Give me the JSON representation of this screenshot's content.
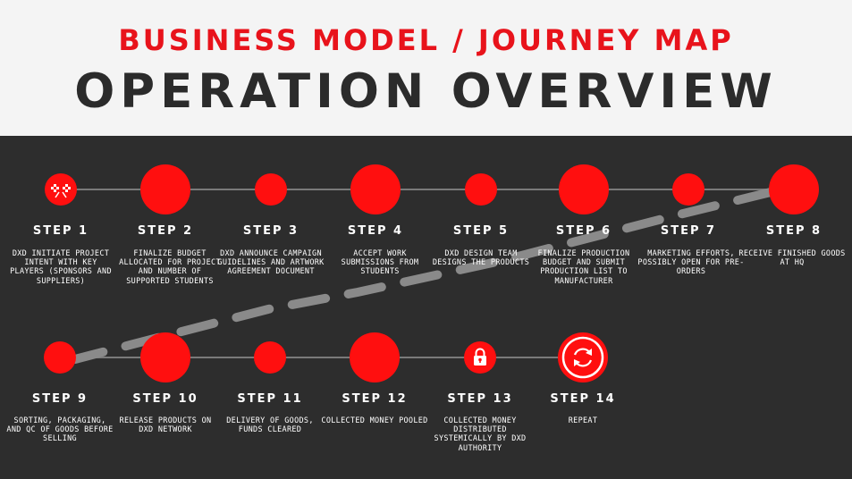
{
  "header": {
    "subtitle": "BUSINESS MODEL / JOURNEY MAP",
    "title": "OPERATION OVERVIEW"
  },
  "colors": {
    "accent": "#ff0f0f",
    "background": "#2d2d2d",
    "header_bg": "#f4f4f4",
    "connector": "#7a7a7a",
    "dash": "#8a8a8a"
  },
  "steps": [
    {
      "label": "STEP 1",
      "desc": "DXD INITIATE PROJECT INTENT WITH KEY PLAYERS (SPONSORS AND SUPPLIERS)",
      "icon": "racing-flags-icon"
    },
    {
      "label": "STEP 2",
      "desc": "FINALIZE BUDGET ALLOCATED FOR PROJECT AND NUMBER OF SUPPORTED STUDENTS"
    },
    {
      "label": "STEP 3",
      "desc": "DXD ANNOUNCE CAMPAIGN GUIDELINES AND ARTWORK AGREEMENT DOCUMENT"
    },
    {
      "label": "STEP 4",
      "desc": "ACCEPT WORK SUBMISSIONS FROM STUDENTS"
    },
    {
      "label": "STEP 5",
      "desc": "DXD DESIGN TEAM DESIGNS THE PRODUCTS"
    },
    {
      "label": "STEP 6",
      "desc": "FINALIZE PRODUCTION BUDGET AND SUBMIT PRODUCTION LIST TO MANUFACTURER"
    },
    {
      "label": "STEP 7",
      "desc": "MARKETING EFFORTS, POSSIBLY OPEN FOR PRE-ORDERS"
    },
    {
      "label": "STEP 8",
      "desc": "RECEIVE FINISHED GOODS AT HQ"
    },
    {
      "label": "STEP 9",
      "desc": "SORTING, PACKAGING, AND QC OF GOODS BEFORE SELLING"
    },
    {
      "label": "STEP 10",
      "desc": "RELEASE PRODUCTS ON DXD NETWORK"
    },
    {
      "label": "STEP 11",
      "desc": "DELIVERY OF GOODS, FUNDS CLEARED"
    },
    {
      "label": "STEP 12",
      "desc": "COLLECTED MONEY POOLED"
    },
    {
      "label": "STEP 13",
      "desc": "COLLECTED MONEY DISTRIBUTED SYSTEMICALLY BY DXD AUTHORITY",
      "icon": "padlock-icon"
    },
    {
      "label": "STEP 14",
      "desc": "REPEAT",
      "icon": "refresh-cycle-icon"
    }
  ]
}
